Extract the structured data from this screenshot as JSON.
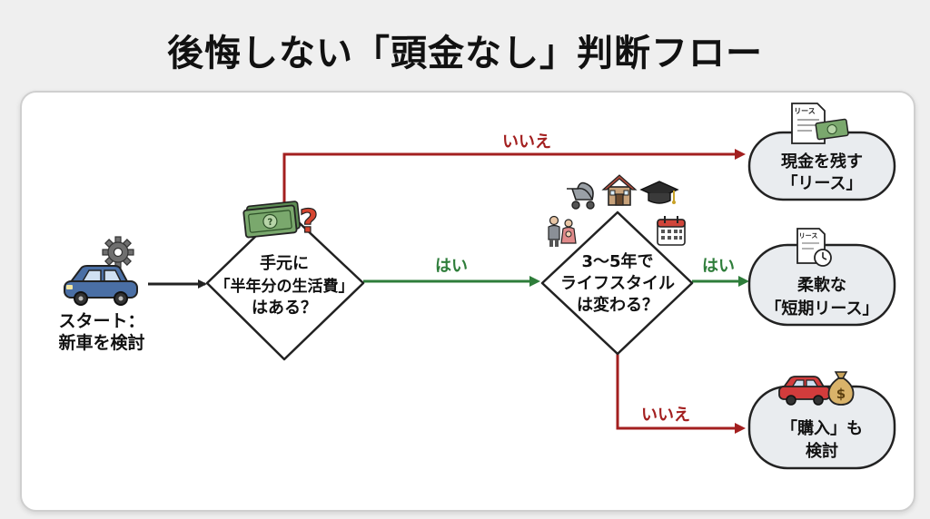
{
  "title": "後悔しない「頭金なし」判断フロー",
  "start": {
    "line1": "スタート：",
    "line2": "新車を検討"
  },
  "decision1": {
    "line1": "手元に",
    "line2": "「半年分の生活費」",
    "line3": "はある？"
  },
  "decision2": {
    "line1": "3〜5年で",
    "line2": "ライフスタイル",
    "line3": "は変わる？"
  },
  "edges": {
    "yes1": "はい",
    "no1": "いいえ",
    "yes2": "はい",
    "no2": "いいえ"
  },
  "outcomes": {
    "lease_cash": {
      "line1": "現金を残す",
      "line2": "「リース」"
    },
    "lease_short": {
      "line1": "柔軟な",
      "line2": "「短期リース」"
    },
    "purchase": {
      "line1": "「購入」も",
      "line2": "検討"
    }
  },
  "doc_label": "リース",
  "colors": {
    "yes": "#2e7d3a",
    "no": "#a31f1f",
    "pill_bg": "#e9ecef",
    "outline": "#222222"
  }
}
